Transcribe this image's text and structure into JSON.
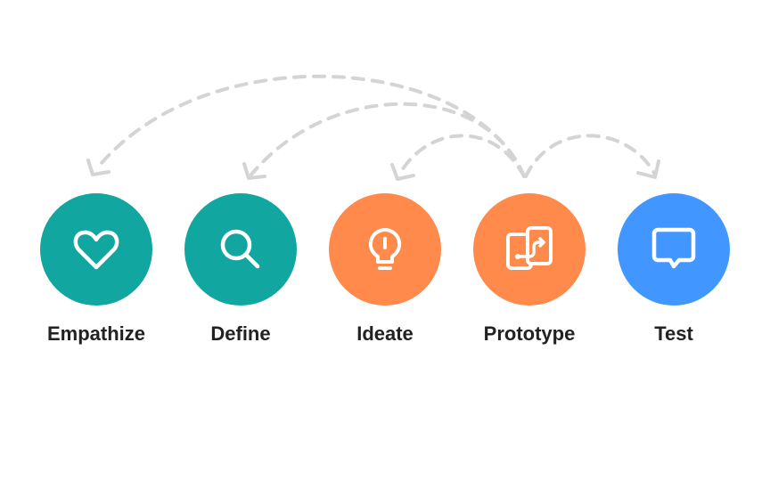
{
  "colors": {
    "teal": "#11a69f",
    "orange": "#ff8a4c",
    "blue": "#4296ff",
    "arrow": "#d4d4d4",
    "text": "#222222"
  },
  "stages": [
    {
      "label": "Empathize",
      "icon": "heart-icon",
      "color": "#11a69f"
    },
    {
      "label": "Define",
      "icon": "search-icon",
      "color": "#11a69f"
    },
    {
      "label": "Ideate",
      "icon": "lightbulb-icon",
      "color": "#ff8a4c"
    },
    {
      "label": "Prototype",
      "icon": "prototype-screens-icon",
      "color": "#ff8a4c"
    },
    {
      "label": "Test",
      "icon": "chat-bubble-icon",
      "color": "#4296ff"
    }
  ],
  "arrows": [
    {
      "from": "Prototype",
      "to": "Empathize"
    },
    {
      "from": "Prototype",
      "to": "Define"
    },
    {
      "from": "Prototype",
      "to": "Ideate"
    },
    {
      "from": "Prototype",
      "to": "Test"
    }
  ]
}
